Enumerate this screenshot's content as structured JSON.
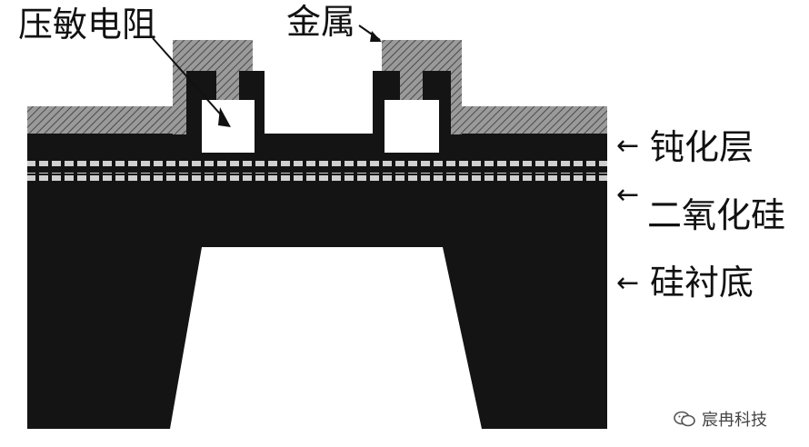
{
  "labels": {
    "piezoresistor": "压敏电阻",
    "metal": "金属",
    "passivation": "钝化层",
    "sio2": "二氧化硅",
    "substrate": "硅衬底"
  },
  "watermark": {
    "text": "宸冉科技",
    "icon": "wechat-icon"
  },
  "colors": {
    "silicon": "#141414",
    "metal_fill": "#8a8a8a",
    "cavity": "#ffffff",
    "oxide_dash": "#c8c8c8"
  }
}
